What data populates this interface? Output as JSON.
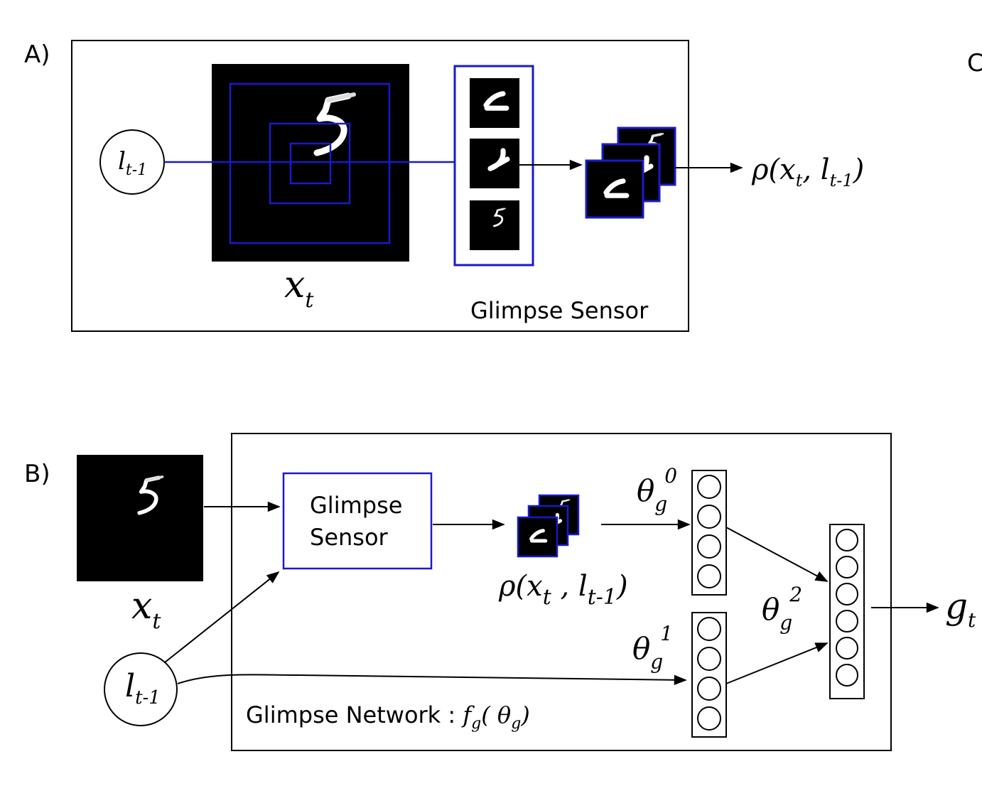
{
  "panel_a": {
    "label": "A)",
    "location_node": {
      "base": "l",
      "sub": "t-1"
    },
    "image_label": {
      "base": "x",
      "sub": "t"
    },
    "output": {
      "rho": "ρ(",
      "x": "x",
      "x_sub": "t",
      "sep": ", ",
      "l": "l",
      "l_sub": "t-1",
      "close": ")"
    },
    "box_caption": "Glimpse Sensor"
  },
  "panel_b": {
    "label": "B)",
    "image_label": {
      "base": "x",
      "sub": "t"
    },
    "location_node": {
      "base": "l",
      "sub": "t-1"
    },
    "sensor_box": {
      "line1": "Glimpse",
      "line2": "Sensor"
    },
    "rho": {
      "rho": "ρ(",
      "x": "x",
      "x_sub": "t",
      "sep": " , ",
      "l": "l",
      "l_sub": "t-1",
      "close": ")"
    },
    "theta0": {
      "base": "θ",
      "sub": "g",
      "sup": "0"
    },
    "theta1": {
      "base": "θ",
      "sub": "g",
      "sup": "1"
    },
    "theta2": {
      "base": "θ",
      "sub": "g",
      "sup": "2"
    },
    "output": {
      "base": "g",
      "sub": "t"
    },
    "caption": {
      "text": "Glimpse Network : ",
      "f": "f",
      "f_sub": "g",
      "open": "( ",
      "theta": "θ",
      "theta_sub": "g",
      "close": ")"
    }
  },
  "panel_c_partial_label": "C",
  "colors": {
    "accent_blue": "#1a1acc",
    "black": "#000000",
    "stroke": "#000000"
  }
}
